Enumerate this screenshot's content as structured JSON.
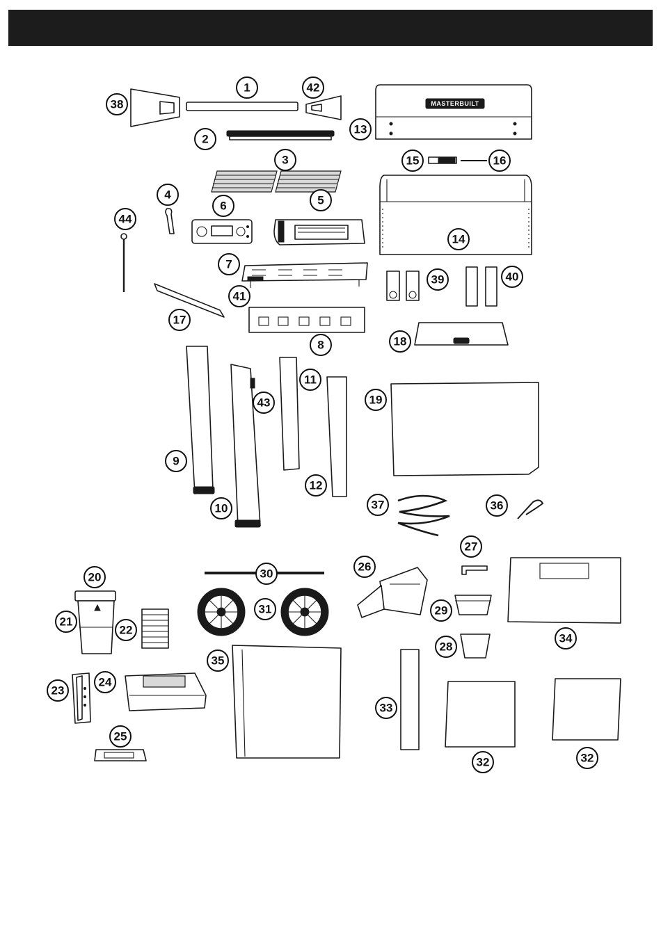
{
  "brand_logo": "MASTERBUILT",
  "colors": {
    "header_bar": "#1c1c1c",
    "ink": "#1a1a1a",
    "background": "#ffffff"
  },
  "callouts": [
    {
      "id": "c1",
      "label": "1"
    },
    {
      "id": "c2",
      "label": "2"
    },
    {
      "id": "c3",
      "label": "3"
    },
    {
      "id": "c4",
      "label": "4"
    },
    {
      "id": "c5",
      "label": "5"
    },
    {
      "id": "c6",
      "label": "6"
    },
    {
      "id": "c7",
      "label": "7"
    },
    {
      "id": "c8",
      "label": "8"
    },
    {
      "id": "c9",
      "label": "9"
    },
    {
      "id": "c10",
      "label": "10"
    },
    {
      "id": "c11",
      "label": "11"
    },
    {
      "id": "c12",
      "label": "12"
    },
    {
      "id": "c13",
      "label": "13"
    },
    {
      "id": "c14",
      "label": "14"
    },
    {
      "id": "c15",
      "label": "15"
    },
    {
      "id": "c16",
      "label": "16"
    },
    {
      "id": "c17",
      "label": "17"
    },
    {
      "id": "c18",
      "label": "18"
    },
    {
      "id": "c19",
      "label": "19"
    },
    {
      "id": "c20",
      "label": "20"
    },
    {
      "id": "c21",
      "label": "21"
    },
    {
      "id": "c22",
      "label": "22"
    },
    {
      "id": "c23",
      "label": "23"
    },
    {
      "id": "c24",
      "label": "24"
    },
    {
      "id": "c25",
      "label": "25"
    },
    {
      "id": "c26",
      "label": "26"
    },
    {
      "id": "c27",
      "label": "27"
    },
    {
      "id": "c28",
      "label": "28"
    },
    {
      "id": "c29",
      "label": "29"
    },
    {
      "id": "c30",
      "label": "30"
    },
    {
      "id": "c31",
      "label": "31"
    },
    {
      "id": "c32a",
      "label": "32"
    },
    {
      "id": "c32b",
      "label": "32"
    },
    {
      "id": "c33",
      "label": "33"
    },
    {
      "id": "c34",
      "label": "34"
    },
    {
      "id": "c35",
      "label": "35"
    },
    {
      "id": "c36",
      "label": "36"
    },
    {
      "id": "c37",
      "label": "37"
    },
    {
      "id": "c38",
      "label": "38"
    },
    {
      "id": "c39",
      "label": "39"
    },
    {
      "id": "c40",
      "label": "40"
    },
    {
      "id": "c41",
      "label": "41"
    },
    {
      "id": "c42",
      "label": "42"
    },
    {
      "id": "c43",
      "label": "43"
    },
    {
      "id": "c44",
      "label": "44"
    }
  ]
}
